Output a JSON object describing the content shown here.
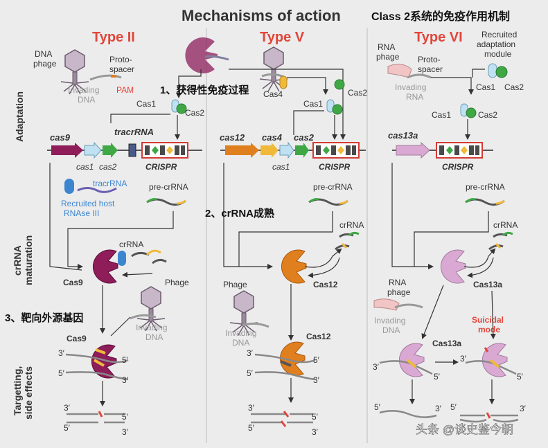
{
  "header": {
    "title": "Mechanisms of action",
    "overlay_title": "Class 2系统的免疫作用机制"
  },
  "columns": {
    "type2": "Type II",
    "type5": "Type V",
    "type6": "Type VI"
  },
  "rows": {
    "adaptation": "Adaptation",
    "crrna_maturation_1": "crRNA",
    "crrna_maturation_2": "maturation",
    "targeting_1": "Targetting,",
    "targeting_2": "side effects"
  },
  "annotations": {
    "step1": "1、获得性免疫过程",
    "step2": "2、crRNA成熟",
    "step3": "3、靶向外源基因",
    "watermark": "头条 @谈史鉴今朝"
  },
  "type2": {
    "dna_phage_1": "DNA",
    "dna_phage_2": "phage",
    "protospacer_1": "Proto-",
    "protospacer_2": "spacer",
    "invading_1": "Invading",
    "invading_2": "DNA",
    "pam": "PAM",
    "cas1": "Cas1",
    "cas2": "Cas2",
    "gene_cas9": "cas9",
    "gene_tracrrna": "tracrRNA",
    "gene_cas1": "cas1",
    "gene_cas2": "cas2",
    "crispr": "CRISPR",
    "tracrrna_label": "tracrRNA",
    "rnase_1": "Recruited host",
    "rnase_2": "RNAse III",
    "pre_crrna": "pre-crRNA",
    "crrna": "crRNA",
    "cas9_label": "Cas9",
    "phage_label": "Phage",
    "invading_b_1": "Invading",
    "invading_b_2": "DNA",
    "cas9_target": "Cas9",
    "end_3_top": "3′",
    "end_5_top": "5′",
    "end_5_bot": "5′",
    "end_3_bot": "3′",
    "cut_3_left": "3′",
    "cut_5_right": "5′",
    "cut_5_left": "5′",
    "cut_3_right": "3′"
  },
  "type5": {
    "cas4": "Cas4",
    "cas1": "Cas1",
    "cas2": "Cas2",
    "gene_cas12": "cas12",
    "gene_cas4": "cas4",
    "gene_cas2": "cas2",
    "gene_cas1": "cas1",
    "crispr": "CRISPR",
    "pre_crrna": "pre-crRNA",
    "crrna": "crRNA",
    "phage_label": "Phage",
    "cas12_label": "Cas12",
    "invading_1": "Invading",
    "invading_2": "DNA",
    "cas12_target": "Cas12",
    "end_3_top": "3′",
    "end_5_top": "5′",
    "end_5_bot": "5′",
    "end_3_bot": "3′",
    "cut_3_left": "3′",
    "cut_5_right": "5′",
    "cut_5_left": "5′",
    "cut_3_right": "3′"
  },
  "type6": {
    "rna_phage_1": "RNA",
    "rna_phage_2": "phage",
    "protospacer_1": "Proto-",
    "protospacer_2": "spacer",
    "invading_1": "Invading",
    "invading_2": "RNA",
    "recruited_1": "Recruited",
    "recruited_2": "adaptation",
    "recruited_3": "module",
    "cas1_top": "Cas1",
    "cas2_top": "Cas2",
    "cas1": "Cas1",
    "cas2": "Cas2",
    "gene_cas13a": "cas13a",
    "crispr": "CRISPR",
    "pre_crrna": "pre-crRNA",
    "crrna": "crRNA",
    "cas13a_label": "Cas13a",
    "rna_phage_b_1": "RNA",
    "rna_phage_b_2": "phage",
    "invading_b_1": "Invading",
    "invading_b_2": "DNA",
    "cas13a_target": "Cas13a",
    "suicidal_1": "Suicidal",
    "suicidal_2": "mode",
    "end_3_a": "3′",
    "end_5_a": "5′",
    "end_3_b": "3′",
    "end_5_b": "5′",
    "cut_5_a": "5′",
    "cut_3_a": "3′",
    "cut_5_b": "5′",
    "cut_3_b": "3′"
  },
  "colors": {
    "background": "#ececed",
    "type_heading": "#e1463a",
    "cas9": "#8e1d5a",
    "cas12": "#e07f1e",
    "cas13a": "#d9a9d3",
    "cas1": "#bfe1f2",
    "cas2": "#3fa845",
    "rnase": "#3b86cf",
    "crispr_box": "#d43b34"
  }
}
